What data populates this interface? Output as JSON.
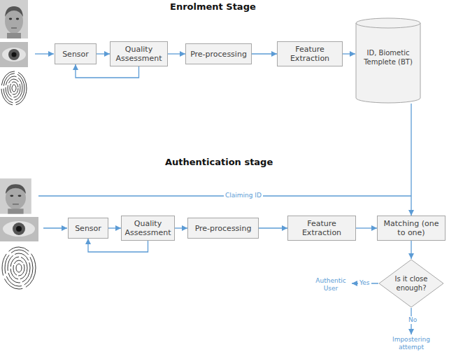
{
  "diagram": {
    "title": "Enrolment Stage",
    "nodes": [
      {
        "text": [
          "Sensor"
        ]
      },
      {
        "text": [
          "Quality Assessment"
        ]
      },
      {
        "text": [
          "Pre-processing"
        ]
      },
      {
        "text": [
          "Feature Extraction"
        ]
      },
      {
        "text": [
          "ID, Biometic Templete (BT)"
        ]
      },
      {
        "text": [
          "Sensor"
        ]
      },
      {
        "text": [
          "Quality Assessment"
        ]
      },
      {
        "text": [
          "Pre-processing"
        ]
      },
      {
        "text": [
          "Feature Extraction"
        ]
      },
      {
        "text": [
          "Matching (one to one)"
        ]
      },
      {
        "text": [
          "Is it close enough?"
        ]
      }
    ],
    "edges": [
      {
        "from": 0,
        "to": 1,
        "arrow": "to"
      },
      {
        "from": 1,
        "to": 0,
        "arrow": "to"
      },
      {
        "from": 1,
        "to": 2,
        "arrow": "to"
      },
      {
        "from": 2,
        "to": 3,
        "arrow": "to"
      },
      {
        "from": 3,
        "to": 4,
        "arrow": "to"
      },
      {
        "from": 4,
        "to": 9,
        "arrow": "to"
      },
      {
        "from": 5,
        "to": 6,
        "arrow": "to"
      },
      {
        "from": 6,
        "to": 5,
        "arrow": "to"
      },
      {
        "from": 6,
        "to": 7,
        "arrow": "to"
      },
      {
        "from": 7,
        "to": 8,
        "arrow": "to"
      },
      {
        "from": 8,
        "to": 9,
        "arrow": "to"
      },
      {
        "from": 9,
        "to": 10,
        "arrow": "to"
      }
    ],
    "labels": [
      "Authentication stage",
      "Claiming ID",
      "Yes",
      "Authentic User",
      "No",
      "Impostering attempt"
    ]
  }
}
